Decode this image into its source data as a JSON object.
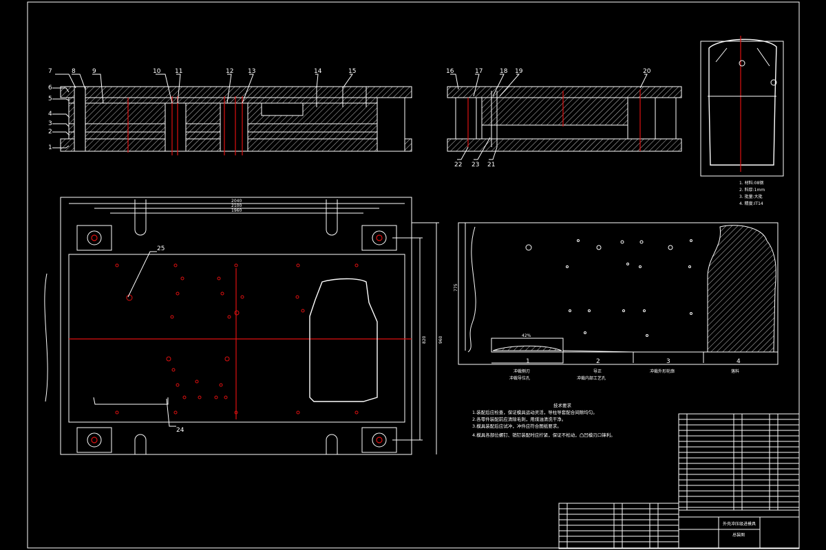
{
  "colors": {
    "background": "#000000",
    "line": "#ffffff",
    "centerline": "#e01010"
  },
  "front_view": {
    "left_numbers": [
      "7",
      "8",
      "9",
      "6",
      "5",
      "4",
      "3",
      "2",
      "1"
    ],
    "top_numbers": [
      "10",
      "11",
      "12",
      "13",
      "14",
      "15"
    ]
  },
  "side_view": {
    "top_numbers": [
      "16",
      "17",
      "18",
      "19",
      "20"
    ],
    "bottom_numbers": [
      "22",
      "23",
      "21"
    ]
  },
  "plan_view": {
    "callout_25": "25",
    "callout_24": "24",
    "dim_top_1": "2040",
    "dim_top_2": "2100",
    "dim_top_3": "1960",
    "dim_right_1": "820",
    "dim_right_2": "960"
  },
  "strip_layout": {
    "dim_height": "775",
    "dim_width": "42%",
    "stations": [
      "1",
      "2",
      "3",
      "4"
    ],
    "captions": [
      [
        "冲裁侧刃",
        "冲裁导位孔"
      ],
      [
        "导正",
        "冲裁内部工艺孔"
      ],
      [
        "冲裁外形轮廓"
      ],
      [
        "落料"
      ]
    ]
  },
  "tech_notes": {
    "title": "技术要求",
    "lines": [
      "1.装配后应检查，保证模具运动灵活，导柱导套配合间隙均匀。",
      "2.各零件装配前应清除毛刺，用煤油清洗干净。",
      "3.模具装配后应试冲，冲件应符合图纸要求。",
      "4.模具各部位螺钉、销钉装配时应拧紧，保证不松动，凸凹模刃口锋利。"
    ]
  },
  "title_block": {
    "part_name": "外壳冲压级进模具",
    "drawing": "总装图"
  }
}
